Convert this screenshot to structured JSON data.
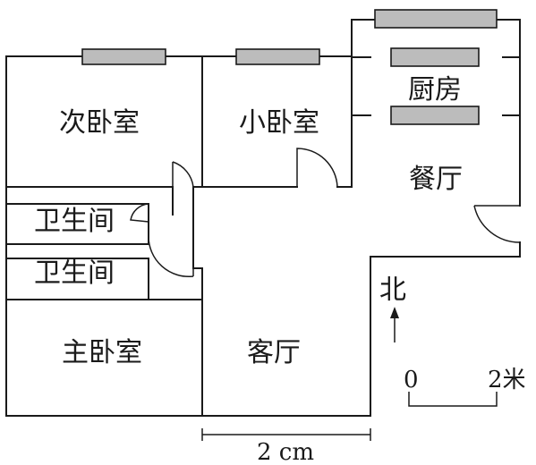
{
  "rooms": {
    "second_bedroom": "次卧室",
    "small_bedroom": "小卧室",
    "kitchen": "厨房",
    "dining": "餐厅",
    "bathroom_1": "卫生间",
    "bathroom_2": "卫生间",
    "master_bedroom": "主卧室",
    "living_room": "客厅"
  },
  "north": {
    "label": "北"
  },
  "scale_bar": {
    "start": "0",
    "end": "2米"
  },
  "measure": {
    "label": "2 cm"
  },
  "colors": {
    "line": "#1a1a1a",
    "window_fill": "#bcbcbc"
  }
}
